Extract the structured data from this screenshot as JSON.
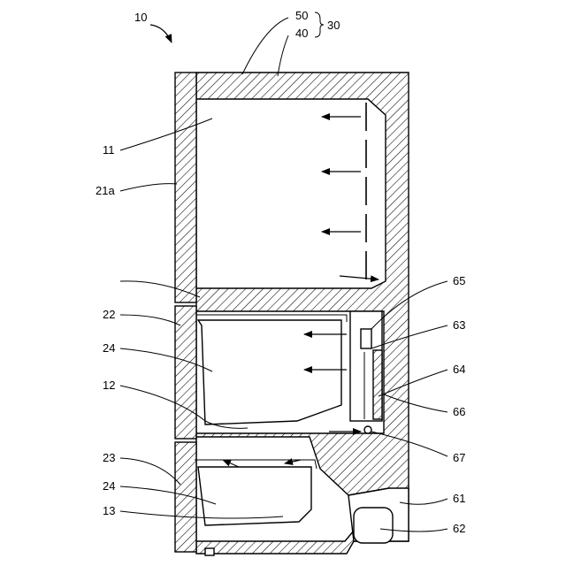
{
  "figure": {
    "labels": {
      "ref_10": "10",
      "ref_50": "50",
      "ref_40": "40",
      "ref_30": "30",
      "ref_11": "11",
      "ref_21a": "21a",
      "ref_22": "22",
      "ref_24_upper": "24",
      "ref_12": "12",
      "ref_23": "23",
      "ref_24_lower": "24",
      "ref_13": "13",
      "ref_65": "65",
      "ref_63": "63",
      "ref_64": "64",
      "ref_66": "66",
      "ref_67": "67",
      "ref_61": "61",
      "ref_62": "62"
    },
    "colors": {
      "line": "#000000",
      "background": "#ffffff"
    }
  }
}
